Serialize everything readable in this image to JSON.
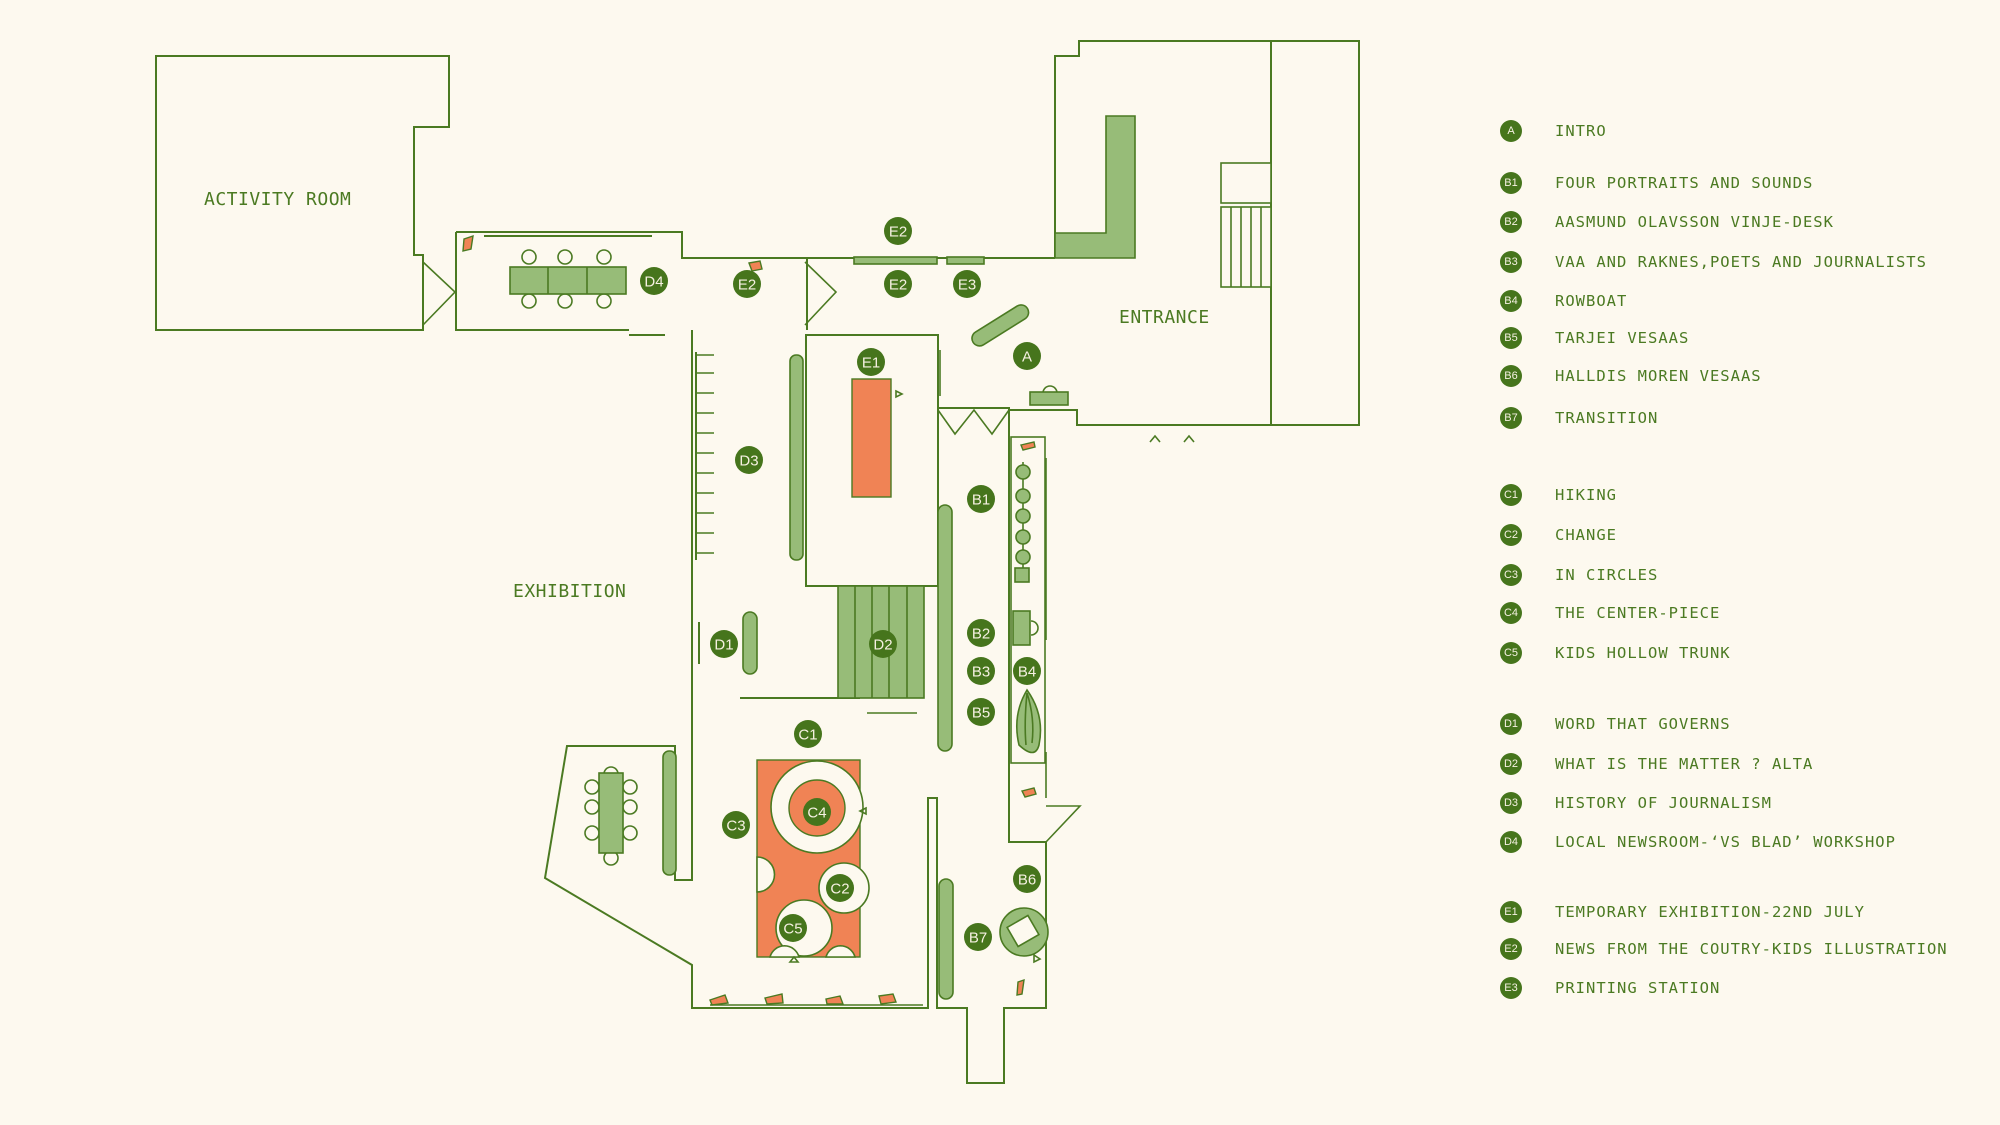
{
  "colors": {
    "background": "#fdf9ef",
    "line": "#4b7a22",
    "furniture": "#97bc78",
    "highlight": "#f08355",
    "marker": "#46751c"
  },
  "rooms": {
    "activity_room": "ACTIVITY ROOM",
    "entrance": "ENTRANCE",
    "exhibition": "EXHIBITION"
  },
  "markers": [
    "A",
    "B1",
    "B2",
    "B3",
    "B4",
    "B5",
    "B6",
    "B7",
    "C1",
    "C2",
    "C3",
    "C4",
    "C5",
    "D1",
    "D2",
    "D3",
    "D4",
    "E1",
    "E2",
    "E2",
    "E2",
    "E3"
  ],
  "legend": [
    {
      "code": "A",
      "label": "INTRO"
    },
    {
      "code": "B1",
      "label": "FOUR PORTRAITS AND SOUNDS"
    },
    {
      "code": "B2",
      "label": "AASMUND OLAVSSON VINJE-DESK"
    },
    {
      "code": "B3",
      "label": "VAA AND RAKNES,POETS AND JOURNALISTS"
    },
    {
      "code": "B4",
      "label": "ROWBOAT"
    },
    {
      "code": "B5",
      "label": "TARJEI VESAAS"
    },
    {
      "code": "B6",
      "label": "HALLDIS MOREN VESAAS"
    },
    {
      "code": "B7",
      "label": "TRANSITION"
    },
    {
      "code": "C1",
      "label": "HIKING"
    },
    {
      "code": "C2",
      "label": "CHANGE"
    },
    {
      "code": "C3",
      "label": "IN CIRCLES"
    },
    {
      "code": "C4",
      "label": "THE CENTER-PIECE"
    },
    {
      "code": "C5",
      "label": "KIDS HOLLOW TRUNK"
    },
    {
      "code": "D1",
      "label": "WORD THAT GOVERNS"
    },
    {
      "code": "D2",
      "label": "WHAT IS THE MATTER ? ALTA"
    },
    {
      "code": "D3",
      "label": "HISTORY OF JOURNALISM"
    },
    {
      "code": "D4",
      "label": "LOCAL NEWSROOM-‘VS BLAD’ WORKSHOP"
    },
    {
      "code": "E1",
      "label": "TEMPORARY EXHIBITION-22ND JULY"
    },
    {
      "code": "E2",
      "label": "NEWS FROM THE COUTRY-KIDS ILLUSTRATION"
    },
    {
      "code": "E3",
      "label": "PRINTING STATION"
    }
  ]
}
